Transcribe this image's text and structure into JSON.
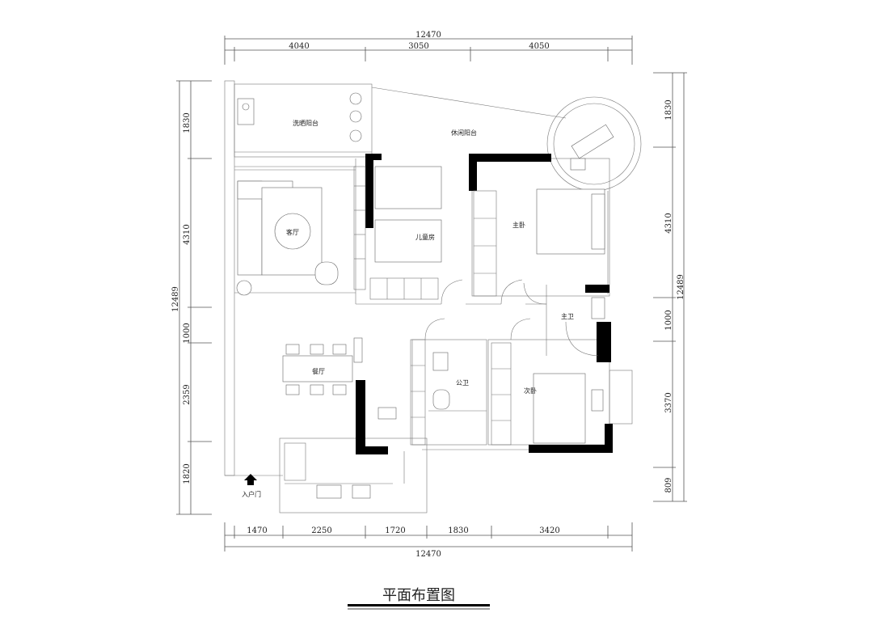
{
  "title": "平面布置图",
  "dimensions": {
    "top_total": "12470",
    "top_segments": [
      "4040",
      "3050",
      "4050"
    ],
    "bottom_total": "12470",
    "bottom_segments": [
      "1470",
      "2250",
      "1720",
      "1830",
      "3420"
    ],
    "left_total": "12489",
    "left_segments": [
      "1830",
      "4310",
      "1000",
      "2359",
      "1820"
    ],
    "right_total": "12489",
    "right_segments": [
      "1830",
      "4310",
      "1000",
      "3370",
      "809"
    ]
  },
  "rooms": {
    "laundry_balcony": "洗晒阳台",
    "leisure_balcony": "休闲阳台",
    "living_room": "客厅",
    "childrens_room": "儿童房",
    "master_bedroom": "主卧",
    "master_bath": "主卫",
    "dining_room": "餐厅",
    "public_bath": "公卫",
    "second_bedroom": "次卧",
    "entrance": "入户门"
  }
}
